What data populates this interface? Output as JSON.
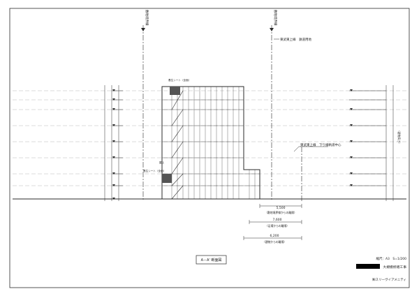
{
  "sheet": {
    "caption": "A－A' 断面図",
    "scale": "縮尺：A3　S=1/200",
    "project": "大規模修繕工事",
    "client": "",
    "company": "㈱スリーヴイアメニティ"
  },
  "annotations": {
    "boundary_left": "敷地境界線",
    "boundary_right": "敷地境界線",
    "railway_site": "東武東上線　鉄道用地",
    "track_center": "東武東上線　下り線軌道中心",
    "sheet_top": "養生シート（全面）",
    "sheet_bottom": "養生シート（全面）",
    "roof_label": "屋上"
  },
  "dimensions": {
    "to_boundary": {
      "value": "5,500",
      "label": "（敷地境界線からの離隔）"
    },
    "to_scaffold": {
      "value": "7,600",
      "label": "（足場からの離隔）"
    },
    "to_building": {
      "value": "6,200",
      "label": "（建物からの離隔）"
    },
    "right_total": "（建物高さ）"
  },
  "colors": {
    "line": "#2a2a2a",
    "gridline": "#b8b8b8",
    "redaction": "#000000"
  }
}
